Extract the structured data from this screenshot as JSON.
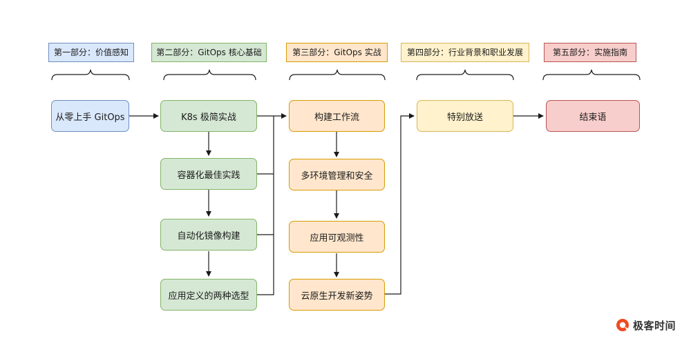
{
  "parts": [
    {
      "label": "第一部分：价值感知",
      "fill": "#dae8fc",
      "stroke": "#6c8ebf"
    },
    {
      "label": "第二部分：GitOps 核心基础",
      "fill": "#d5e8d4",
      "stroke": "#82b366"
    },
    {
      "label": "第三部分：GitOps 实战",
      "fill": "#ffe6cc",
      "stroke": "#d79b00"
    },
    {
      "label": "第四部分：行业背景和职业发展",
      "fill": "#fff2cc",
      "stroke": "#d6b656"
    },
    {
      "label": "第五部分：实施指南",
      "fill": "#f8cecc",
      "stroke": "#b85450"
    }
  ],
  "nodes": {
    "p1": [
      "从零上手 GitOps"
    ],
    "p2": [
      "K8s 极简实战",
      "容器化最佳实践",
      "自动化镜像构建",
      "应用定义的两种选型"
    ],
    "p3": [
      "构建工作流",
      "多环境管理和安全",
      "应用可观测性",
      "云原生开发新姿势"
    ],
    "p4": [
      "特别放送"
    ],
    "p5": [
      "结束语"
    ]
  },
  "brand": {
    "name": "极客时间"
  },
  "colors": {
    "edge": "#1a1a1a",
    "brace": "#1a1a1a"
  }
}
